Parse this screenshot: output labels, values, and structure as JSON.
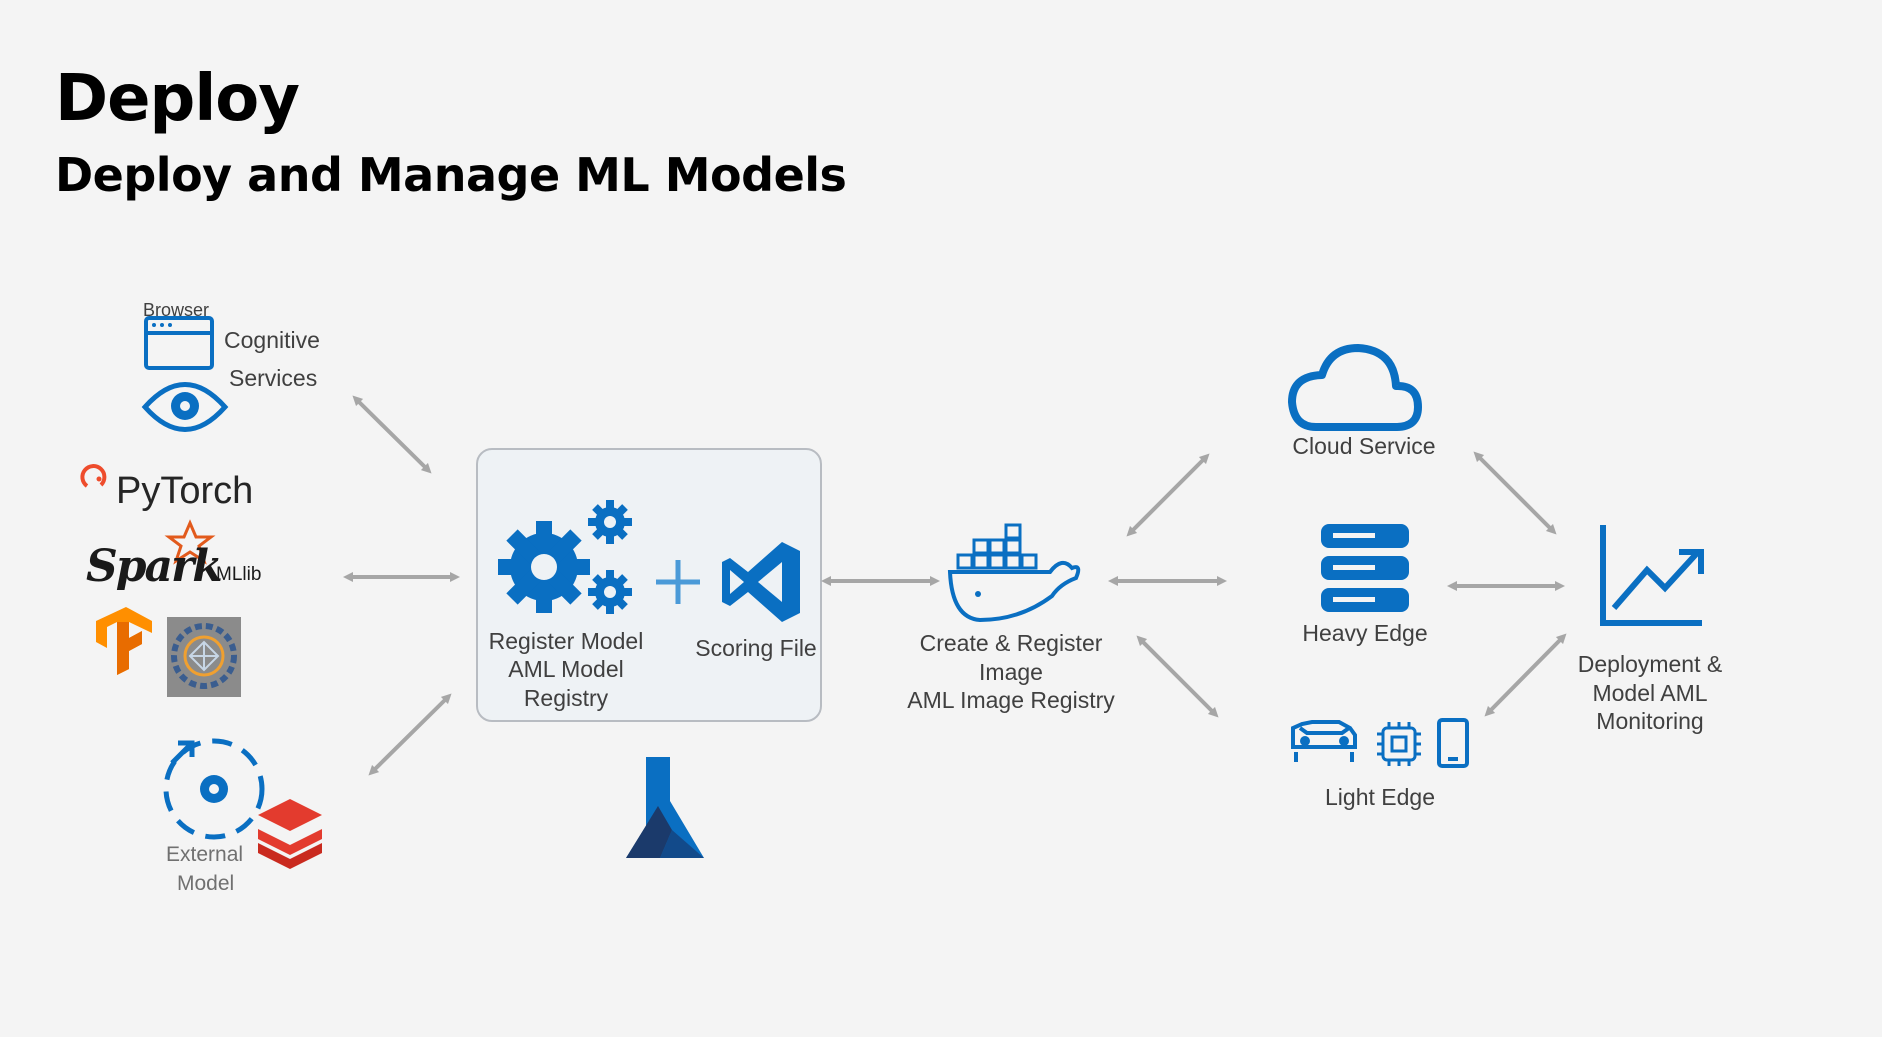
{
  "header": {
    "title": "Deploy",
    "subtitle": "Deploy and Manage ML Models"
  },
  "sources": {
    "browser": "Browser",
    "cognitive": "Cognitive",
    "services": "Services",
    "pytorch": "PyTorch",
    "spark": "Spark",
    "mllib": "MLlib",
    "external_1": "External",
    "external_2": "Model"
  },
  "registry": {
    "register_model_1": "Register Model",
    "register_model_2": "AML Model",
    "register_model_3": "Registry",
    "scoring_file": "Scoring File"
  },
  "image": {
    "line1": "Create & Register",
    "line2": "Image",
    "line3": "AML Image Registry"
  },
  "targets": {
    "cloud": "Cloud Service",
    "heavy": "Heavy Edge",
    "light": "Light Edge"
  },
  "monitoring": {
    "line1": "Deployment &",
    "line2": "Model AML",
    "line3": "Monitoring"
  },
  "colors": {
    "accent": "#0a6fc2",
    "arrow": "#a6a6a6",
    "text": "#404040",
    "spark_orange": "#e25a1c",
    "tf_orange": "#ff8f00",
    "pytorch_red": "#ee4c2c",
    "databricks_red": "#e33b2e"
  }
}
